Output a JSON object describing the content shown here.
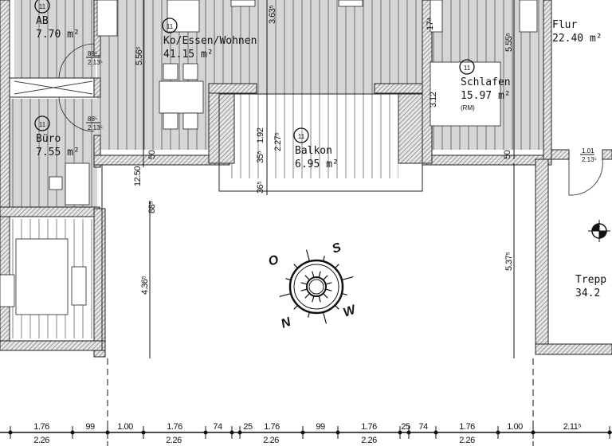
{
  "rooms": [
    {
      "number": "11",
      "name": "AB",
      "area": "7.70 m²"
    },
    {
      "number": "11",
      "name": "Ko/Essen/Wohnen",
      "area": "41.15 m²"
    },
    {
      "number": "11",
      "name": "Büro",
      "area": "7.55 m²"
    },
    {
      "number": "11",
      "name": "Balkon",
      "area": "6.95 m²"
    },
    {
      "number": "11",
      "name": "Schlafen",
      "area": "15.97 m²",
      "note": "(RM)"
    },
    {
      "name": "Flur",
      "area": "22.40 m²"
    },
    {
      "name": "Trepp",
      "area": "34.2"
    }
  ],
  "compass": {
    "labels": [
      "O",
      "S",
      "N",
      "W"
    ]
  },
  "door_labels": [
    {
      "width": "88⁵",
      "height": "2.13⁵"
    },
    {
      "width": "88⁵",
      "height": "2.13⁵"
    },
    {
      "width": "1.01",
      "height": "2.13⁵"
    }
  ],
  "vertical_dimensions": [
    "5.56⁵",
    "3.63⁵",
    "1.92",
    "2.27⁵",
    "35⁵",
    "36⁵",
    "17⁴",
    "5.55⁵",
    "3.12",
    "50",
    "50",
    "12.50",
    "88⁵",
    "4.36⁵",
    "5.37⁵"
  ],
  "bottom_dimensions": {
    "upper": [
      "1.76",
      "99",
      "1.00",
      "1.76",
      "74",
      "25",
      "1.76",
      "99",
      "1.76",
      "25",
      "74",
      "1.76",
      "1.00",
      "2.11⁵"
    ],
    "lower": [
      "2.26",
      "2.26",
      "2.26",
      "2.26",
      "2.26"
    ]
  },
  "colors": {
    "floor": "#d6d6d6",
    "wall": "#9a9a9a",
    "line": "#111111"
  }
}
